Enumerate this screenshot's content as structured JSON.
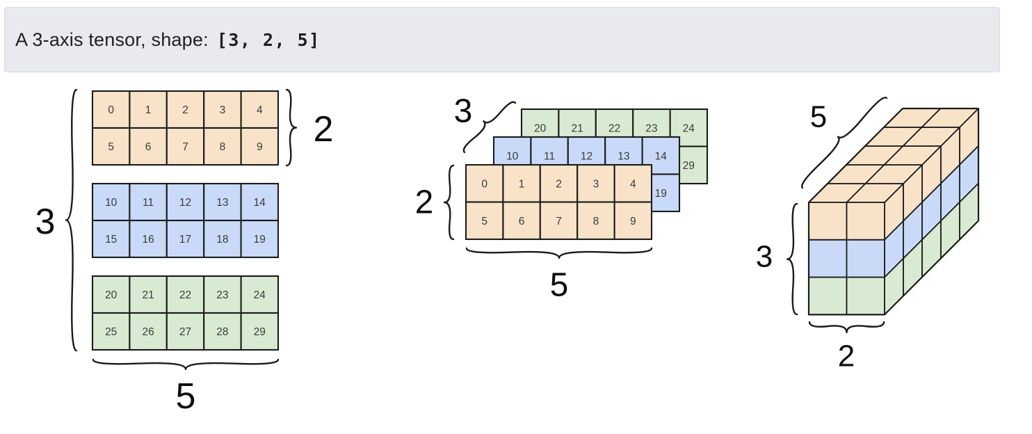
{
  "header": {
    "title_text": "A 3-axis tensor, shape:",
    "shape_code": "[3, 2, 5]"
  },
  "tensor": {
    "shape": [
      3,
      2,
      5
    ],
    "layers": [
      {
        "name": "layer-0",
        "color": "#f8e3c9",
        "rows": [
          [
            0,
            1,
            2,
            3,
            4
          ],
          [
            5,
            6,
            7,
            8,
            9
          ]
        ]
      },
      {
        "name": "layer-1",
        "color": "#c9daf8",
        "rows": [
          [
            10,
            11,
            12,
            13,
            14
          ],
          [
            15,
            16,
            17,
            18,
            19
          ]
        ]
      },
      {
        "name": "layer-2",
        "color": "#d9ead3",
        "rows": [
          [
            20,
            21,
            22,
            23,
            24
          ],
          [
            25,
            26,
            27,
            28,
            29
          ]
        ]
      }
    ]
  },
  "figures": {
    "flat": {
      "axis0_label": "3",
      "axis1_label": "2",
      "axis2_label": "5"
    },
    "stacked": {
      "axis0_label": "3",
      "axis1_label": "2",
      "axis2_label": "5"
    },
    "cuboid": {
      "axis0_label": "3",
      "axis1_label": "2",
      "axis2_label": "5"
    }
  },
  "colors": {
    "stroke": "#1b1b1b",
    "cell_text": "#3a3a3a",
    "label_text": "#0d0d0d",
    "header_bg": "#e8eaed",
    "header_border": "#d9dbde",
    "header_text": "#202124",
    "canvas_bg": "#ffffff"
  }
}
